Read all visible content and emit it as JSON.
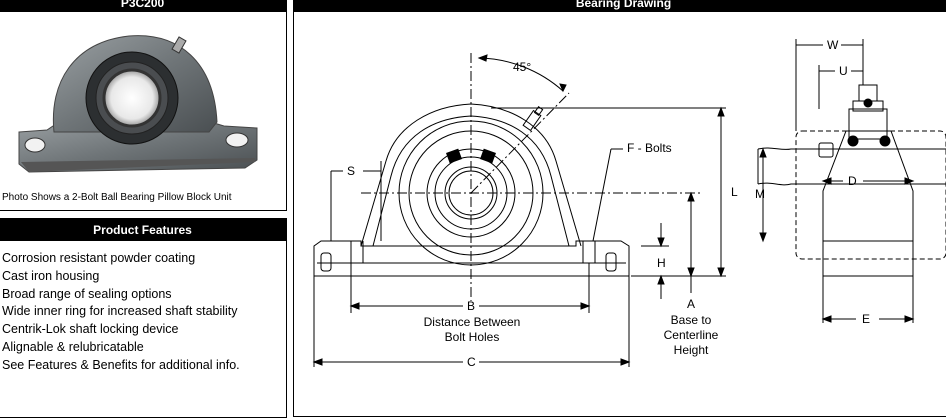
{
  "photo_panel": {
    "title": "P3C200",
    "caption": "Photo Shows a 2-Bolt Ball Bearing Pillow Block Unit"
  },
  "features_panel": {
    "title": "Product Features",
    "items": [
      "Corrosion resistant powder coating",
      "Cast iron housing",
      "Broad range of sealing options",
      "Wide inner ring for increased shaft stability",
      "Centrik-Lok shaft locking device",
      "Alignable & relubricatable",
      "See Features & Benefits for additional info."
    ]
  },
  "drawing_panel": {
    "title": "Bearing Drawing",
    "labels": {
      "angle": "45°",
      "s": "S",
      "f_bolts": "F - Bolts",
      "l": "L",
      "h": "H",
      "b": "B",
      "b_desc_1": "Distance Between",
      "b_desc_2": "Bolt Holes",
      "a": "A",
      "a_desc_1": "Base to",
      "a_desc_2": "Centerline",
      "a_desc_3": "Height",
      "c": "C",
      "w": "W",
      "u": "U",
      "m": "M",
      "d": "D",
      "e": "E"
    }
  }
}
